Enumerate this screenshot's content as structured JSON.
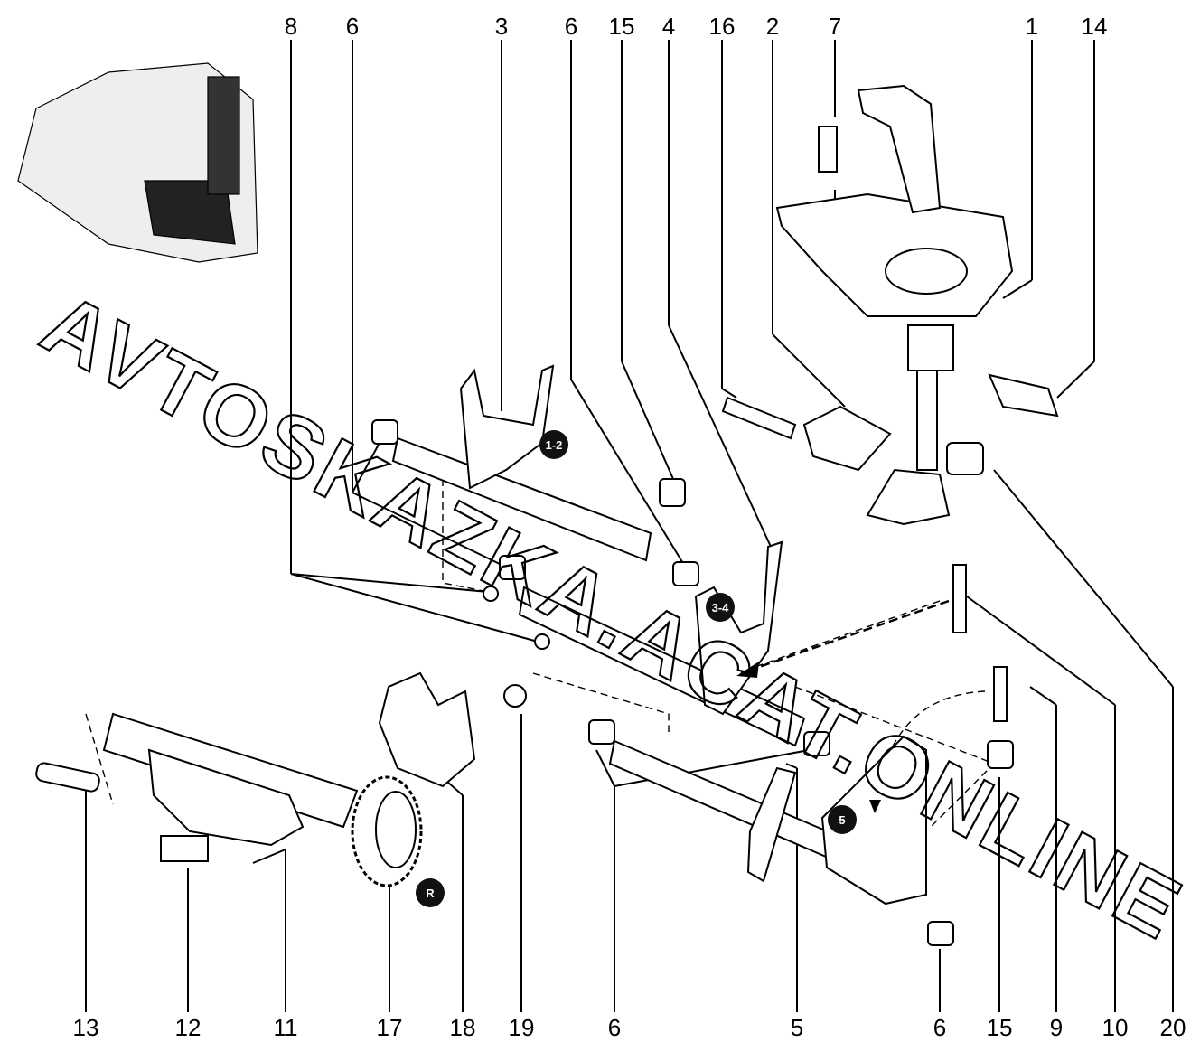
{
  "watermark": "AVTOSKAZKA.ACAT.ONLINE",
  "callouts_top": [
    "8",
    "6",
    "3",
    "6",
    "15",
    "4",
    "16",
    "2",
    "7",
    "1",
    "14"
  ],
  "callouts_bottom": [
    "13",
    "12",
    "11",
    "17",
    "18",
    "19",
    "6",
    "5",
    "6",
    "15",
    "9",
    "10",
    "20"
  ],
  "badges": [
    "1-2",
    "3-4",
    "5",
    "R"
  ]
}
